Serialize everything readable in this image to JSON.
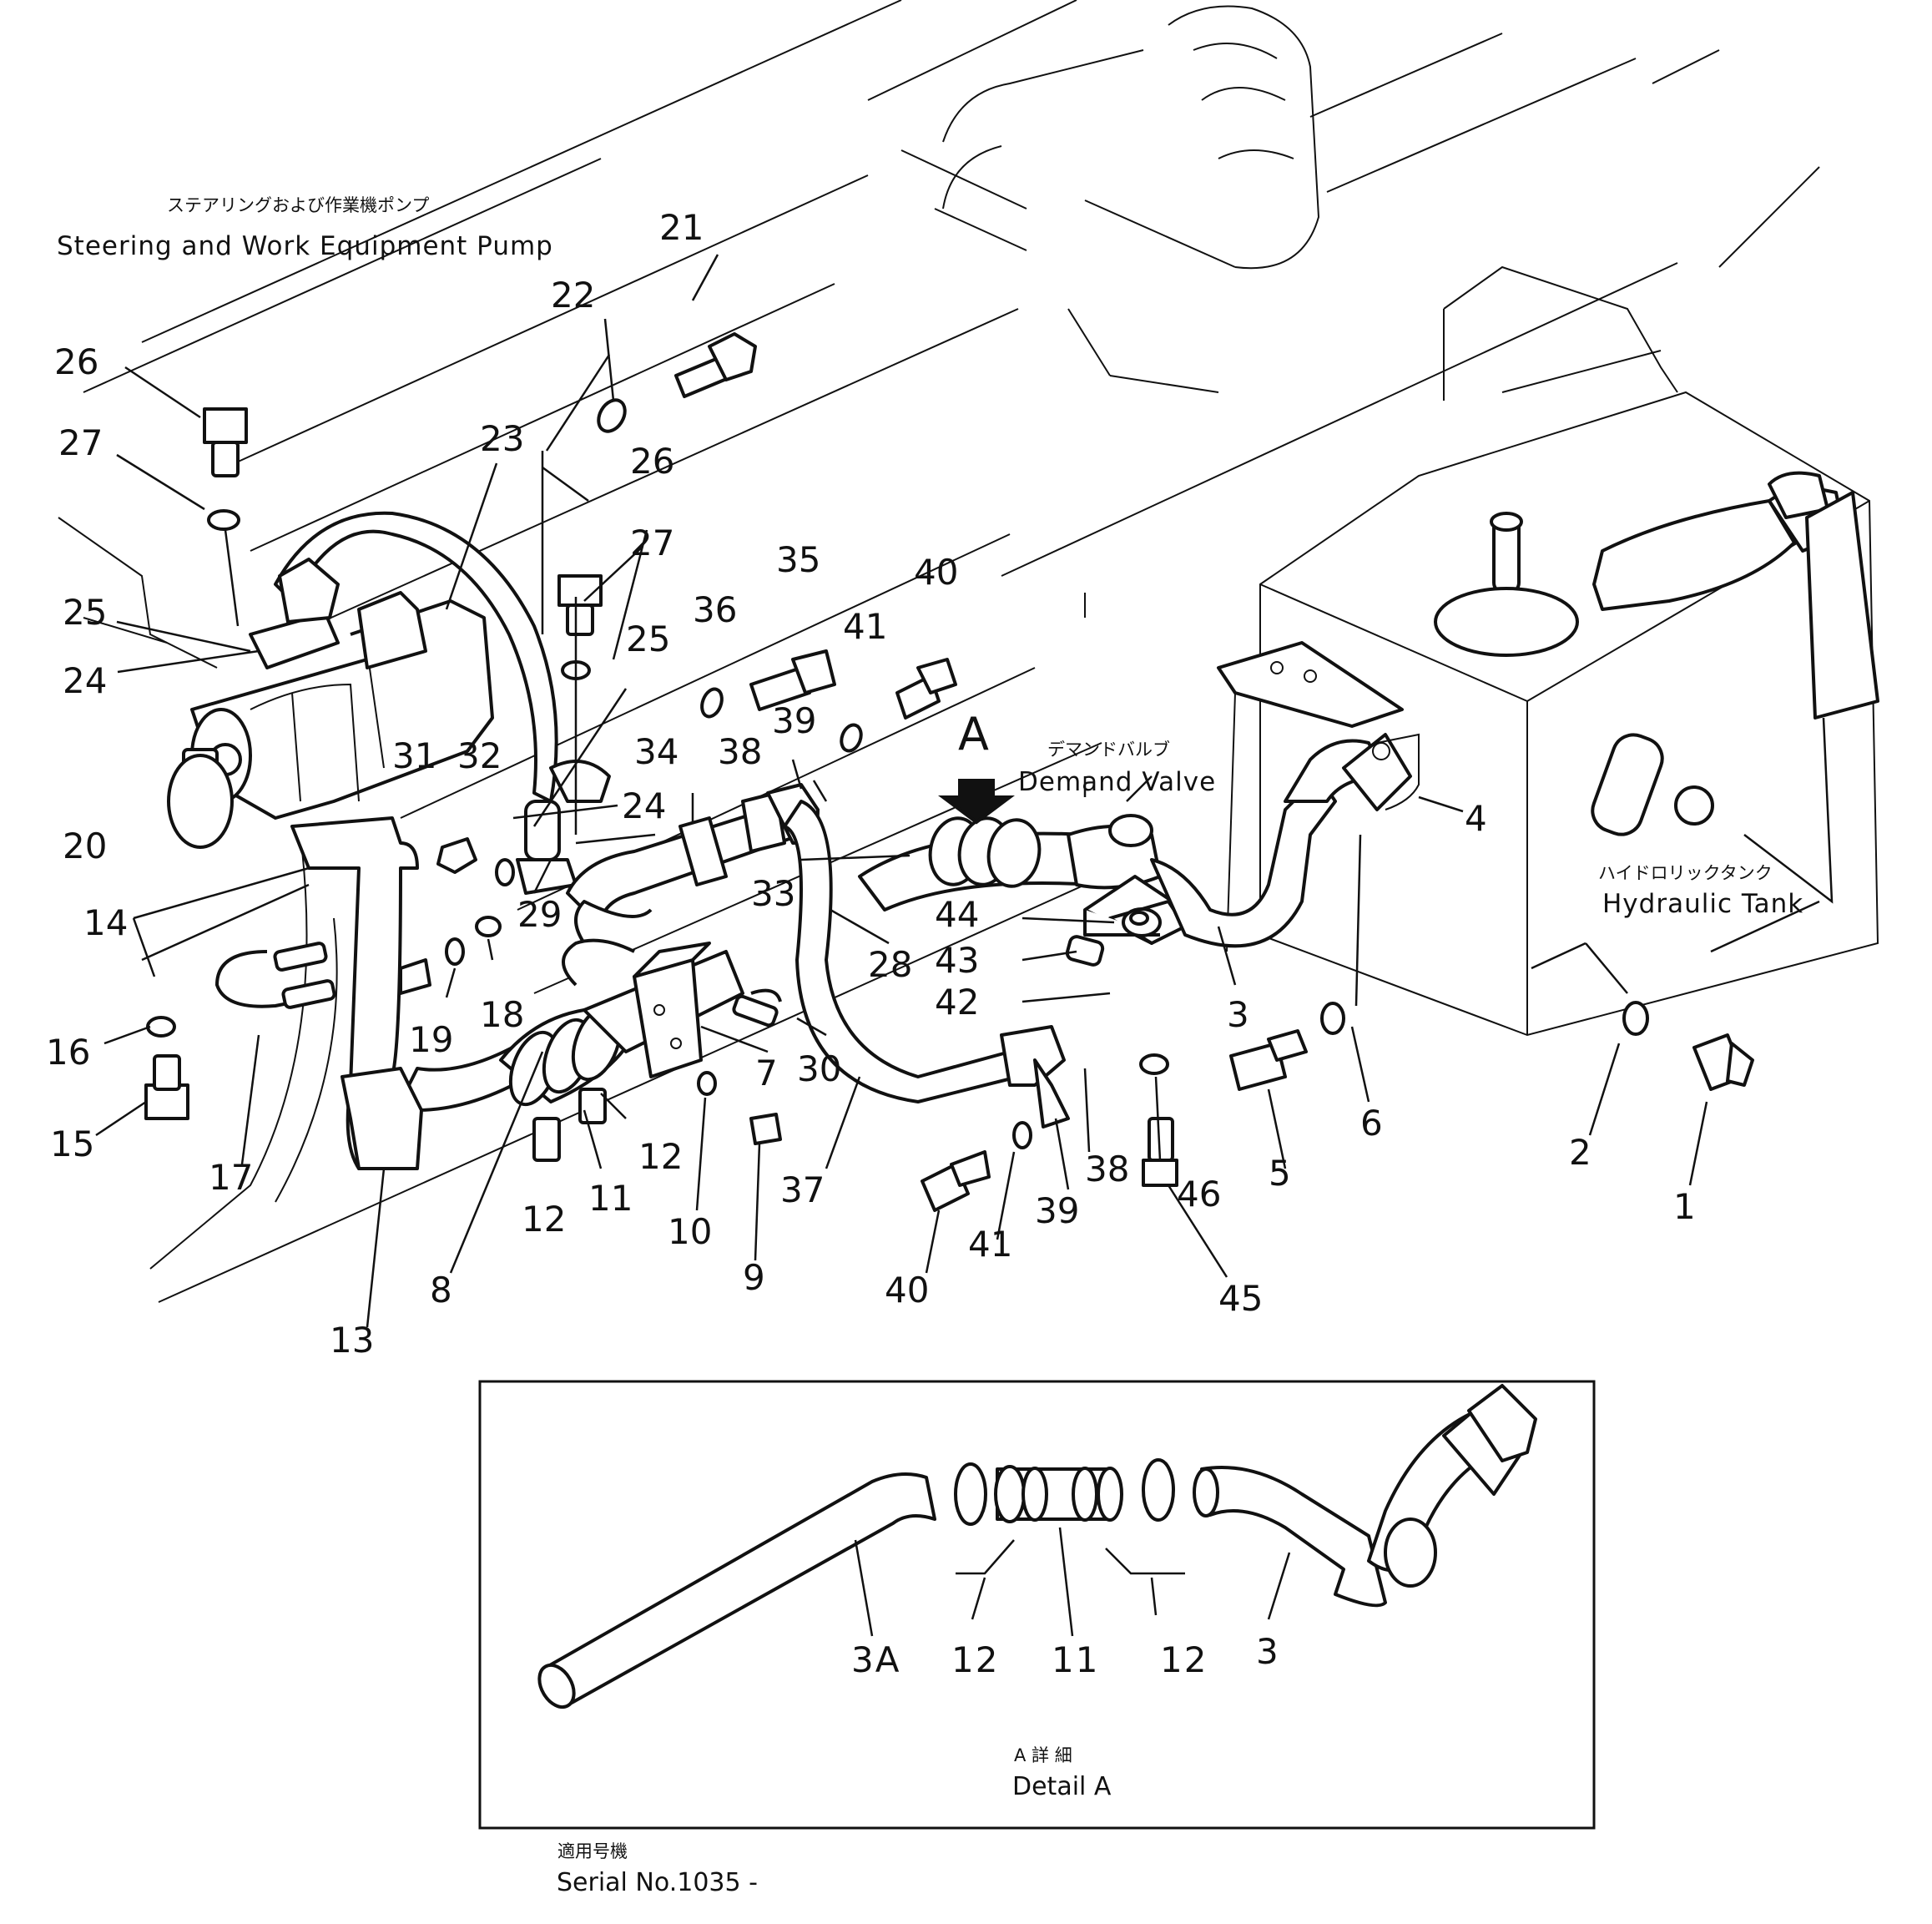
{
  "labels": {
    "pump_jp": "ステアリングおよび作業機ポンプ",
    "pump_en": "Steering and Work Equipment Pump",
    "demand_jp": "デマンドバルブ",
    "demand_en": "Demand Valve",
    "tank_jp": "ハイドロリックタンク",
    "tank_en": "Hydraulic Tank",
    "view_marker": "A",
    "detail_jp": "A 詳 細",
    "detail_en": "Detail A",
    "serial_jp": "適用号機",
    "serial_en": "Serial No.1035 -"
  },
  "callouts": [
    "21",
    "22",
    "26",
    "27",
    "23",
    "26",
    "27",
    "25",
    "24",
    "20",
    "36",
    "35",
    "40",
    "41",
    "39",
    "38",
    "34",
    "31",
    "32",
    "24",
    "33",
    "29",
    "28",
    "44",
    "43",
    "42",
    "14",
    "16",
    "19",
    "18",
    "17",
    "15",
    "30",
    "7",
    "12",
    "11",
    "12",
    "10",
    "9",
    "37",
    "38",
    "39",
    "40",
    "41",
    "46",
    "5",
    "45",
    "6",
    "2",
    "1",
    "3",
    "4",
    "13",
    "8"
  ],
  "detail_callouts": [
    "3A",
    "12",
    "11",
    "12",
    "3"
  ]
}
